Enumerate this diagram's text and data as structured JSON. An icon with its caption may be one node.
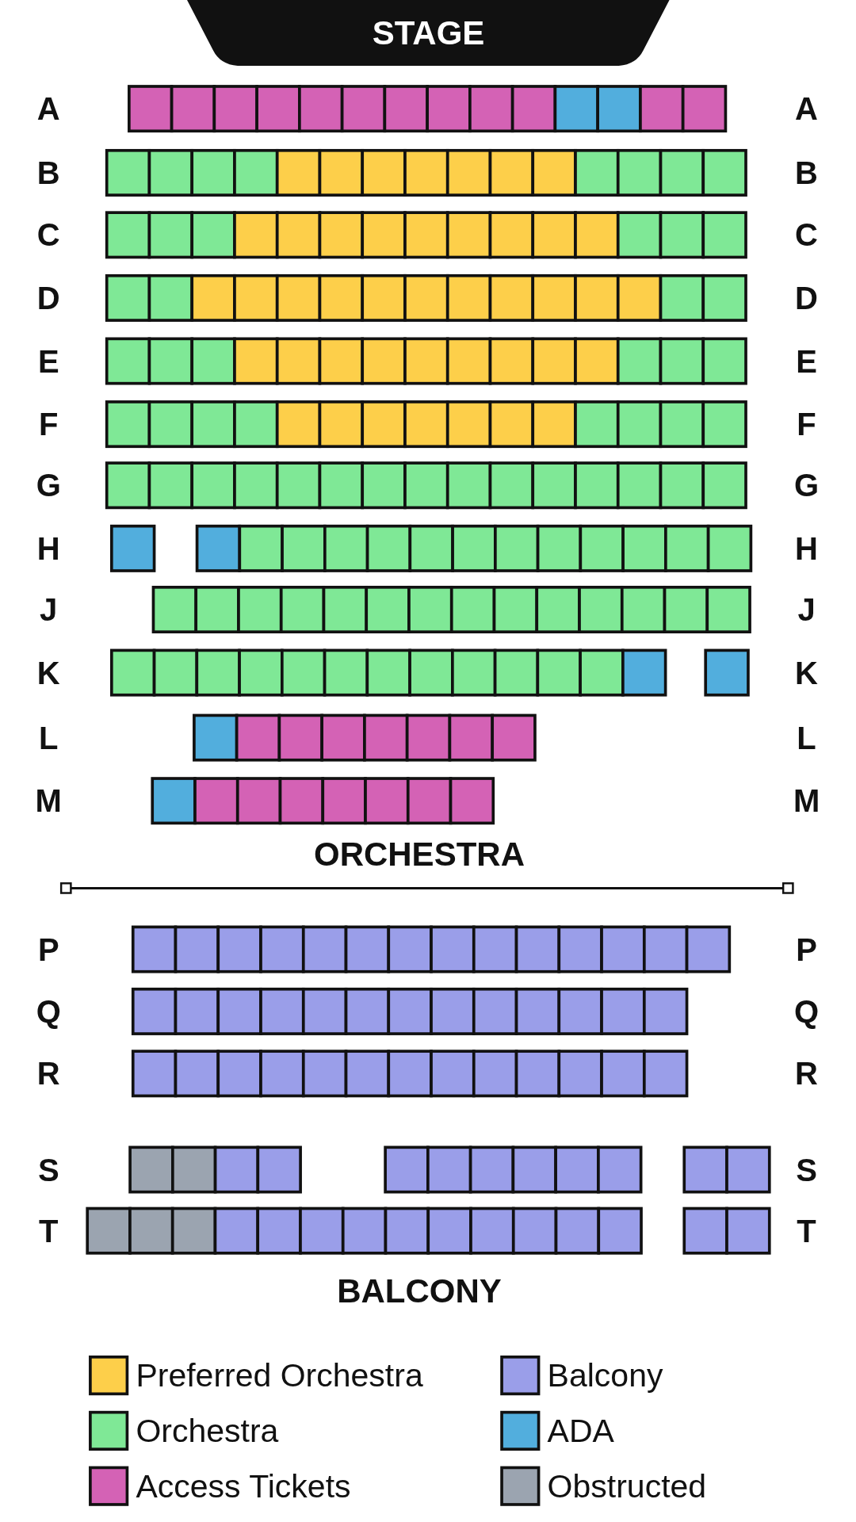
{
  "diagram": {
    "nodes": [
      {
        "text": [
          "STAGE"
        ]
      }
    ],
    "labels": [
      "A",
      "A",
      "B",
      "B",
      "C",
      "C",
      "D",
      "D",
      "E",
      "E",
      "F",
      "F",
      "G",
      "G",
      "H",
      "H",
      "J",
      "J",
      "K",
      "K",
      "L",
      "L",
      "M",
      "M",
      "ORCHESTRA",
      "P",
      "P",
      "Q",
      "Q",
      "R",
      "R",
      "S",
      "S",
      "T",
      "T",
      "BALCONY"
    ],
    "legend": [
      {
        "text": "Preferred Orchestra",
        "color": "#fdcf4a"
      },
      {
        "text": "Balcony",
        "color": "#9a9ee9"
      },
      {
        "text": "Orchestra",
        "color": "#7fe896"
      },
      {
        "text": "ADA",
        "color": "#52aedd"
      },
      {
        "text": "Access Tickets",
        "color": "#d462b5"
      },
      {
        "text": "Obstructed",
        "color": "#9ba4b0"
      }
    ]
  }
}
